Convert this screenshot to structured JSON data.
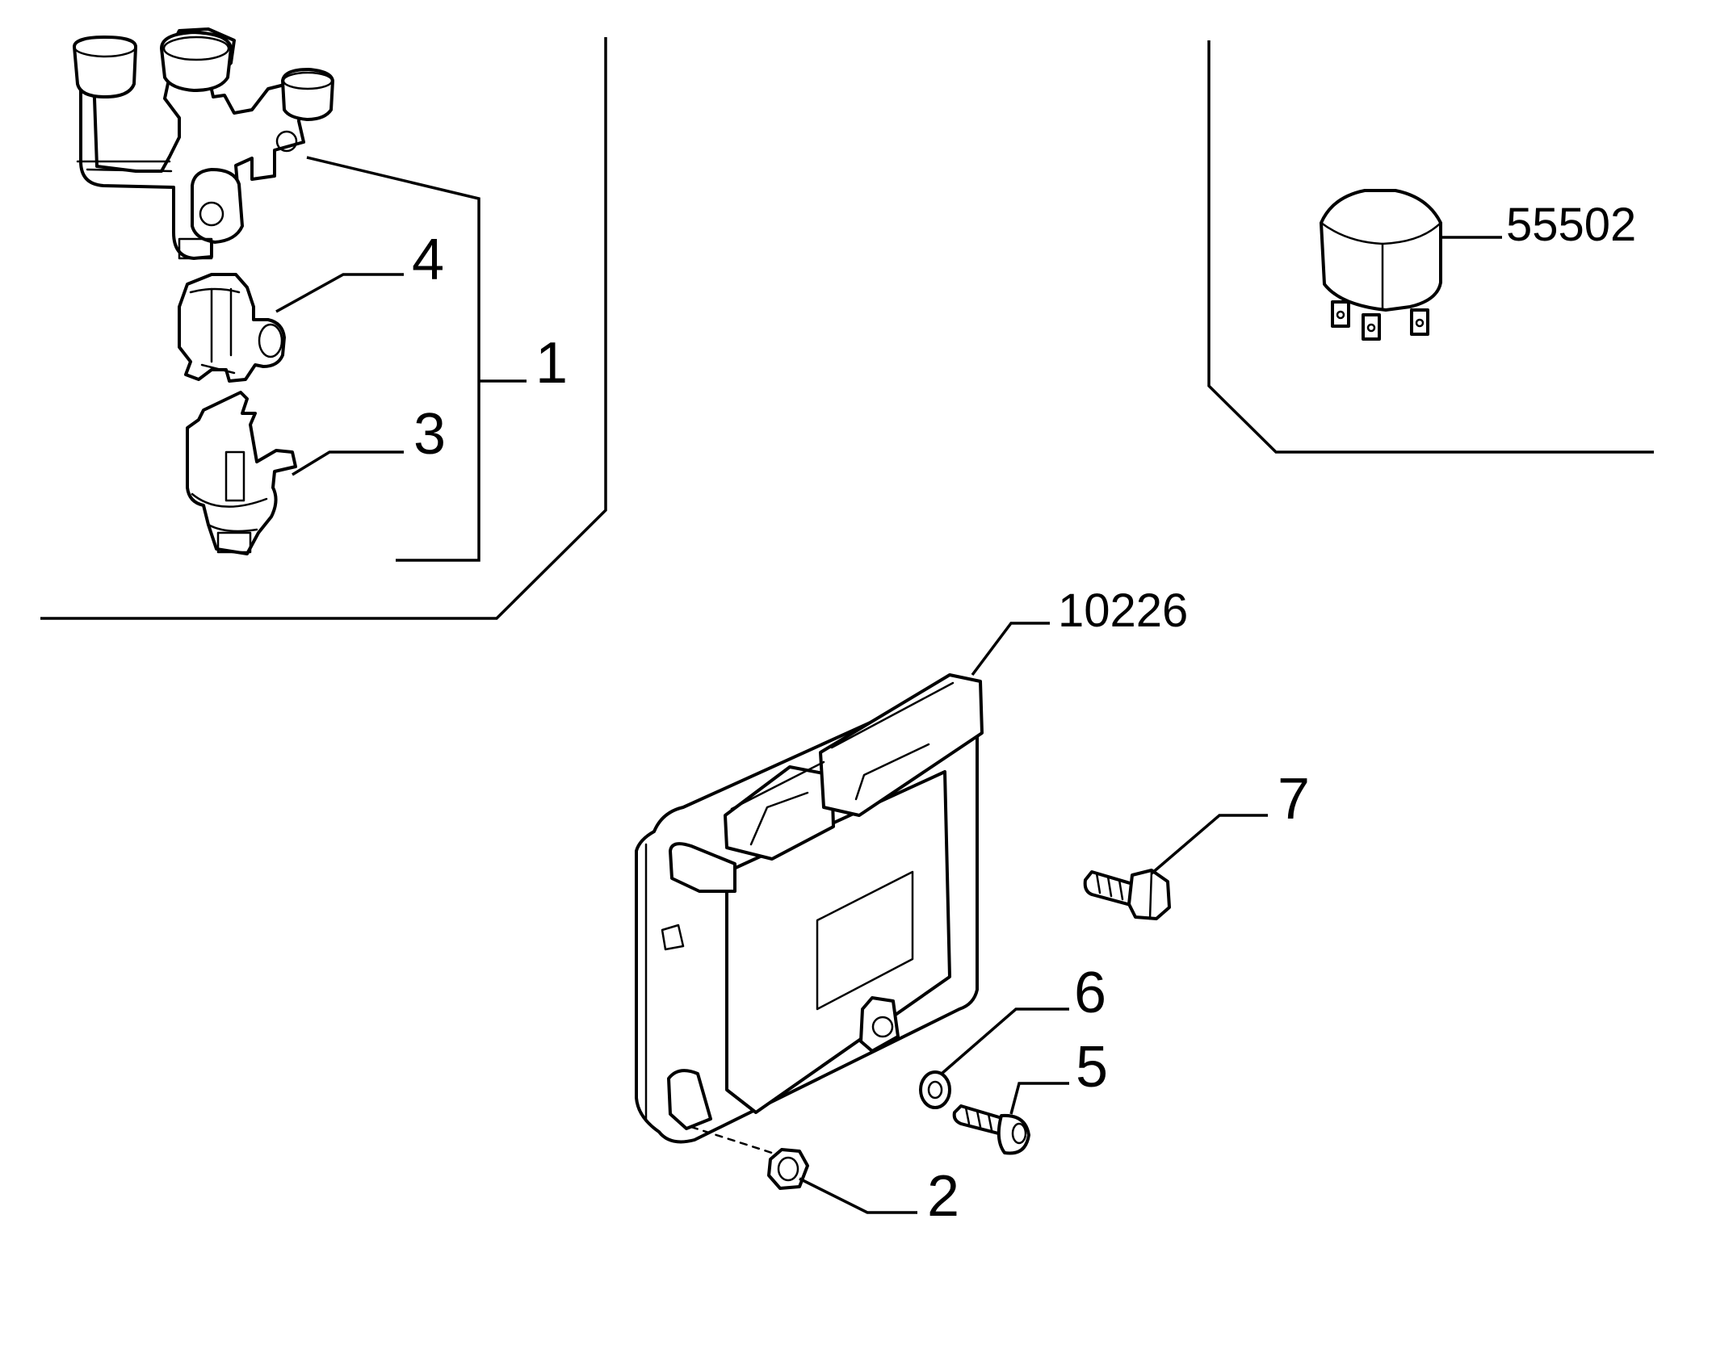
{
  "labels": {
    "item_1": "1",
    "item_2": "2",
    "item_3": "3",
    "item_4": "4",
    "item_5": "5",
    "item_6": "6",
    "item_7": "7",
    "item_10226": "10226",
    "item_55502": "55502"
  },
  "colors": {
    "line": "#000000",
    "background": "#ffffff"
  }
}
